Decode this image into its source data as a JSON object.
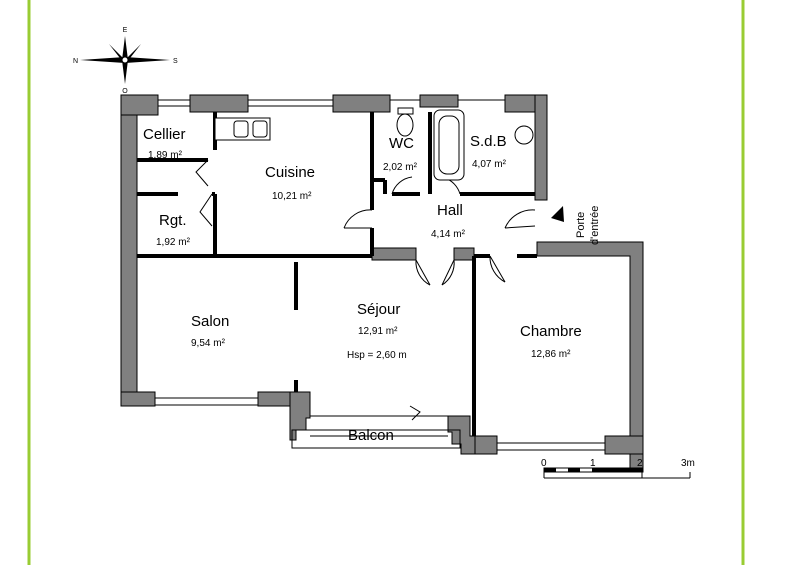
{
  "frame": {
    "border_color": "#99cc33"
  },
  "compass": {
    "labels": {
      "n": "N",
      "e": "E",
      "s": "S",
      "o": "O"
    }
  },
  "rooms": {
    "cellier": {
      "name": "Cellier",
      "area": "1,89 m²"
    },
    "cuisine": {
      "name": "Cuisine",
      "area": "10,21 m²"
    },
    "wc": {
      "name": "WC",
      "area": "2,02 m²"
    },
    "sdb": {
      "name": "S.d.B",
      "area": "4,07 m²"
    },
    "rgt": {
      "name": "Rgt.",
      "area": "1,92 m²"
    },
    "hall": {
      "name": "Hall",
      "area": "4,14 m²"
    },
    "salon": {
      "name": "Salon",
      "area": "9,54 m²"
    },
    "sejour": {
      "name": "Séjour",
      "area": "12,91 m²",
      "note": "Hsp = 2,60 m"
    },
    "chambre": {
      "name": "Chambre",
      "area": "12,86 m²"
    },
    "balcon": {
      "name": "Balcon"
    }
  },
  "entrance": {
    "line1": "Porte",
    "line2": "d'entrée",
    "arrow_icon": "arrowhead-icon"
  },
  "scale": {
    "ticks": [
      "0",
      "1",
      "2",
      "3m"
    ]
  },
  "colors": {
    "walls": "#808080",
    "lines": "#000000",
    "frame": "#99cc33"
  }
}
